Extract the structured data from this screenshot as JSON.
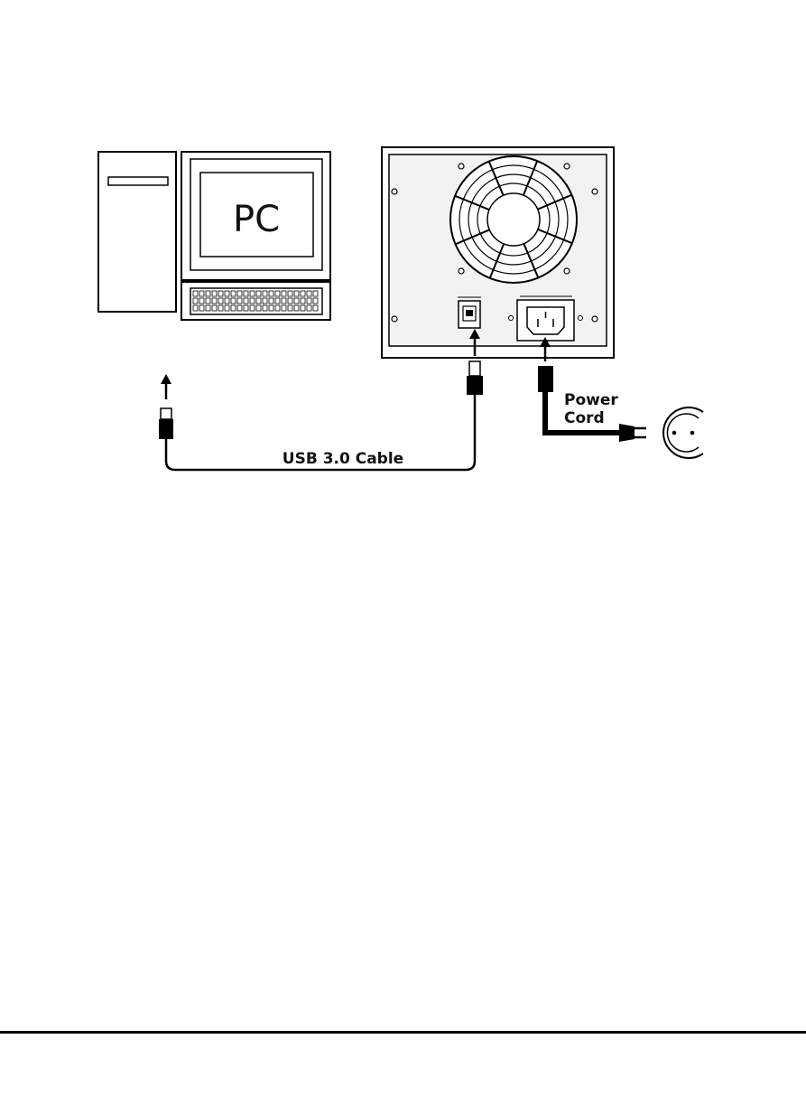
{
  "pc": {
    "label": "PC"
  },
  "cables": {
    "usb_label": "USB 3.0 Cable",
    "power_label_line1": "Power",
    "power_label_line2": "Cord"
  },
  "icons": {
    "pc": "desktop-computer-icon",
    "enclosure": "drive-enclosure-rear-icon",
    "outlet": "wall-outlet-icon"
  },
  "colors": {
    "line": "#000000",
    "panel": "#f2f2f2",
    "background": "#ffffff"
  }
}
